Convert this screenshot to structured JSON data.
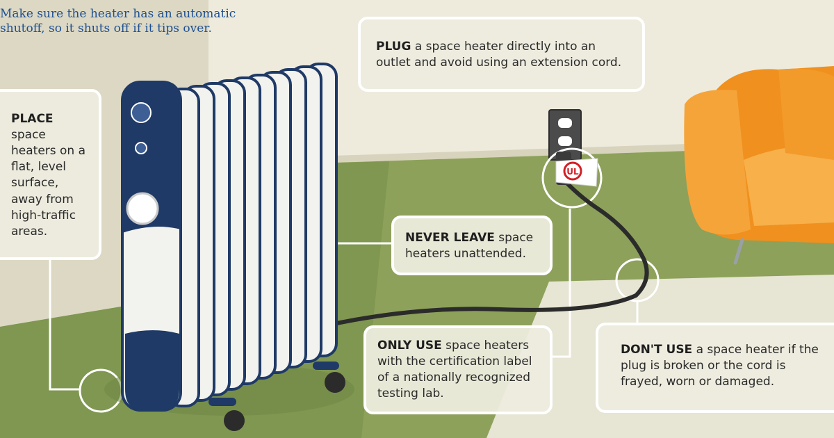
{
  "caption": "Make sure the heater has an automatic shutoff, so it shuts off if it tips over.",
  "callouts": {
    "place": {
      "bold": "PLACE",
      "text": " space heaters on a flat, level surface, away from high-traffic areas."
    },
    "plug": {
      "bold": "PLUG",
      "text": " a space heater directly into an outlet and avoid using an extension cord."
    },
    "never_leave": {
      "bold": "NEVER LEAVE",
      "text": " space heaters unattended."
    },
    "only_use": {
      "bold": "ONLY USE",
      "text": " space heaters with the certification label of a nationally recognized testing lab."
    },
    "dont_use": {
      "bold": "DON'T USE",
      "text": " a space heater if the plug is broken or the cord is frayed, worn or damaged."
    }
  },
  "certification_label": "UL",
  "colors": {
    "wall": "#ebe8d8",
    "floor": "#8da15a",
    "rug": "#e7e5d3",
    "heater_dark": "#1f3a66",
    "heater_light": "#f2f2ee",
    "chair": "#f0901e",
    "outline": "#ffffff"
  }
}
